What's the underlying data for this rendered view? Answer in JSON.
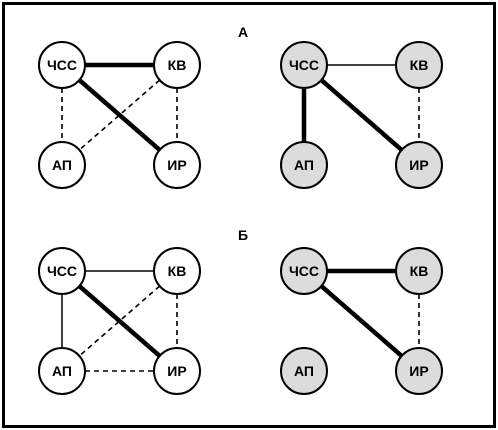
{
  "colors": {
    "frame": "#000000",
    "node_white": "#ffffff",
    "node_gray": "#dcdcdc",
    "edge": "#000000"
  },
  "sections": [
    {
      "label": "А",
      "graphs": [
        {
          "fill": "white",
          "nodes": {
            "hr": "ЧСС",
            "kv": "КВ",
            "ap": "АП",
            "ir": "ИР"
          },
          "edges": [
            {
              "from": "hr",
              "to": "kv",
              "style": "bold"
            },
            {
              "from": "hr",
              "to": "ir",
              "style": "bold"
            },
            {
              "from": "hr",
              "to": "ap",
              "style": "dashed"
            },
            {
              "from": "kv",
              "to": "ap",
              "style": "dashed"
            },
            {
              "from": "kv",
              "to": "ir",
              "style": "dashed"
            }
          ]
        },
        {
          "fill": "gray",
          "nodes": {
            "hr": "ЧСС",
            "kv": "КВ",
            "ap": "АП",
            "ir": "ИР"
          },
          "edges": [
            {
              "from": "hr",
              "to": "kv",
              "style": "thin"
            },
            {
              "from": "hr",
              "to": "ap",
              "style": "bold"
            },
            {
              "from": "hr",
              "to": "ir",
              "style": "bold"
            },
            {
              "from": "kv",
              "to": "ir",
              "style": "dashed"
            }
          ]
        }
      ]
    },
    {
      "label": "Б",
      "graphs": [
        {
          "fill": "white",
          "nodes": {
            "hr": "ЧСС",
            "kv": "КВ",
            "ap": "АП",
            "ir": "ИР"
          },
          "edges": [
            {
              "from": "hr",
              "to": "kv",
              "style": "thin"
            },
            {
              "from": "hr",
              "to": "ap",
              "style": "thin"
            },
            {
              "from": "hr",
              "to": "ir",
              "style": "bold"
            },
            {
              "from": "kv",
              "to": "ap",
              "style": "dashed"
            },
            {
              "from": "kv",
              "to": "ir",
              "style": "dashed"
            },
            {
              "from": "ap",
              "to": "ir",
              "style": "dashed"
            }
          ]
        },
        {
          "fill": "gray",
          "nodes": {
            "hr": "ЧСС",
            "kv": "КВ",
            "ap": "АП",
            "ir": "ИР"
          },
          "edges": [
            {
              "from": "hr",
              "to": "kv",
              "style": "bold"
            },
            {
              "from": "hr",
              "to": "ir",
              "style": "bold"
            },
            {
              "from": "kv",
              "to": "ir",
              "style": "dashed"
            }
          ]
        }
      ]
    }
  ]
}
